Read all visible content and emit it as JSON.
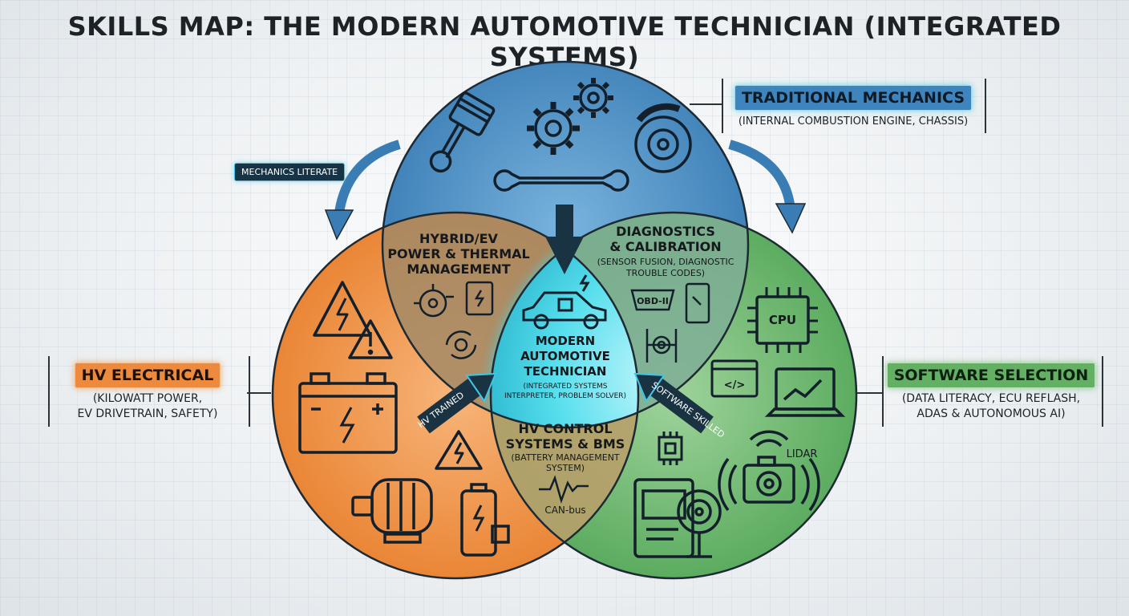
{
  "title": "SKILLS MAP: THE MODERN AUTOMOTIVE TECHNICIAN (INTEGRATED SYSTEMS)",
  "colors": {
    "mechanics": "#3f84bd",
    "electrical": "#ee8a3d",
    "software": "#63b064",
    "center": "#3fd6e6",
    "ink": "#1d2226"
  },
  "callouts": {
    "mechanics": {
      "head": "TRADITIONAL MECHANICS",
      "desc": "(INTERNAL COMBUSTION ENGINE, CHASSIS)"
    },
    "electrical": {
      "head": "HV ELECTRICAL",
      "desc1": "(KILOWATT POWER,",
      "desc2": "EV DRIVETRAIN, SAFETY)"
    },
    "software": {
      "head": "SOFTWARE SELECTION",
      "desc1": "(DATA LITERACY, ECU REFLASH,",
      "desc2": "ADAS & AUTONOMOUS AI)"
    }
  },
  "overlaps": {
    "hybrid": {
      "l1": "HYBRID/EV",
      "l2": "POWER & THERMAL",
      "l3": "MANAGEMENT"
    },
    "diagnostics": {
      "l1": "DIAGNOSTICS",
      "l2": "& CALIBRATION",
      "s1": "(SENSOR FUSION, DIAGNOSTIC",
      "s2": "TROUBLE CODES)"
    },
    "hv_control": {
      "l1": "HV CONTROL",
      "l2": "SYSTEMS & BMS",
      "s1": "(BATTERY MANAGEMENT",
      "s2": "SYSTEM)",
      "bus": "CAN-bus"
    }
  },
  "center": {
    "l1": "MODERN",
    "l2": "AUTOMOTIVE",
    "l3": "TECHNICIAN",
    "s1": "(INTEGRATED SYSTEMS",
    "s2": "INTERPRETER, PROBLEM SOLVER)"
  },
  "tags": {
    "mechanics": "MECHANICS LITERATE",
    "hv": "HV TRAINED",
    "software": "SOFTWARE SKILLED"
  },
  "icons": {
    "obd": "OBD-II",
    "cpu": "CPU",
    "code": "</>",
    "lidar": "LIDAR"
  }
}
